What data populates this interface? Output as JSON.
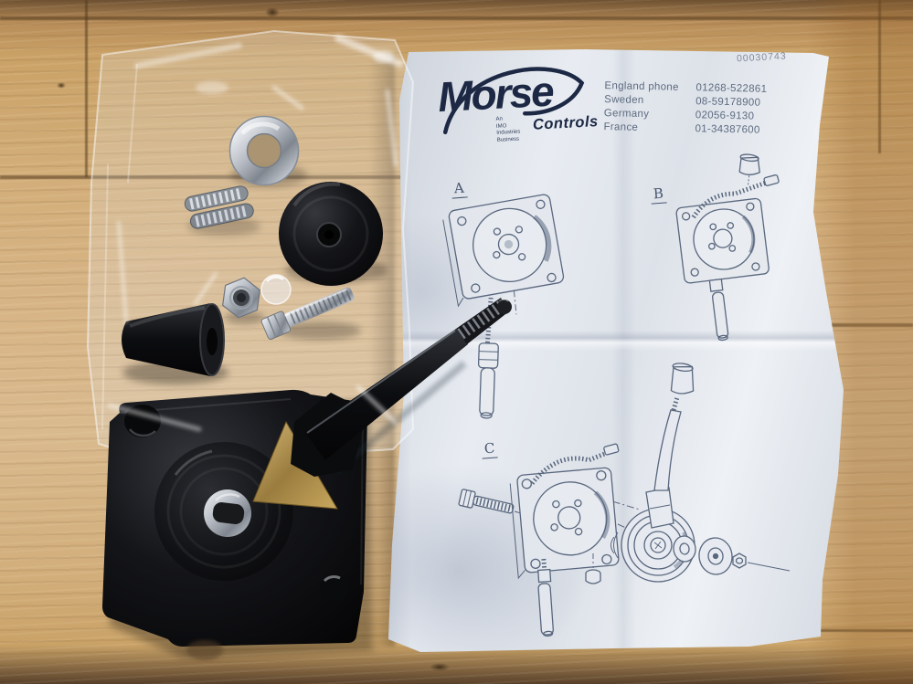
{
  "scene": {
    "subject": "Morse Controls marine control spares kit laid on a wooden table with instruction leaflet"
  },
  "leaflet": {
    "doc_number": "00030743",
    "logo": {
      "brand": "Morse",
      "division": "Controls",
      "tagline_lines": [
        "An",
        "IMO",
        "Industries",
        "Business"
      ]
    },
    "contacts": {
      "rows": [
        {
          "region": "England phone",
          "number": "01268-522861"
        },
        {
          "region": "Sweden",
          "number": "08-59178900"
        },
        {
          "region": "Germany",
          "number": "02056-9130"
        },
        {
          "region": "France",
          "number": "01-34387600"
        }
      ]
    },
    "figures": [
      {
        "label": "A"
      },
      {
        "label": "B"
      },
      {
        "label": "C"
      }
    ]
  },
  "colors": {
    "brand_navy": "#1c2844",
    "ink_blue": "#46556f",
    "paper": "#dde2e9",
    "wood": "#d2ad78"
  }
}
